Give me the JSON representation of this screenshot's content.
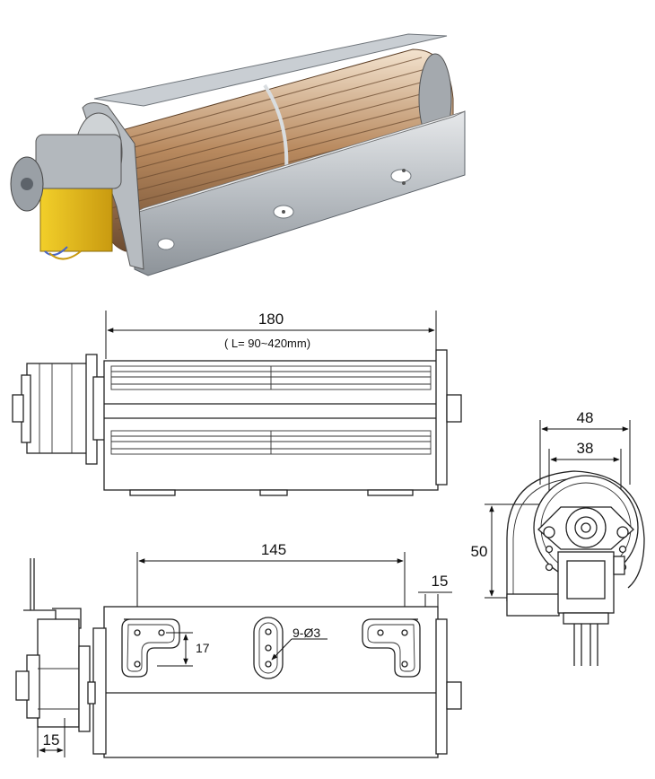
{
  "photo": {
    "icon": "tangential-fan-photo"
  },
  "front_view": {
    "length_dim": "180",
    "length_range": "( L= 90~420mm)"
  },
  "side_view": {
    "outer_width_dim": "48",
    "hole_spacing_dim": "38",
    "height_dim": "50"
  },
  "bottom_view": {
    "hole_span_dim": "145",
    "edge_offset_dim": "15",
    "slot_offset_dim": "17",
    "holes_note": "9-Ø3"
  },
  "left_view": {
    "motor_width_dim": "15"
  }
}
